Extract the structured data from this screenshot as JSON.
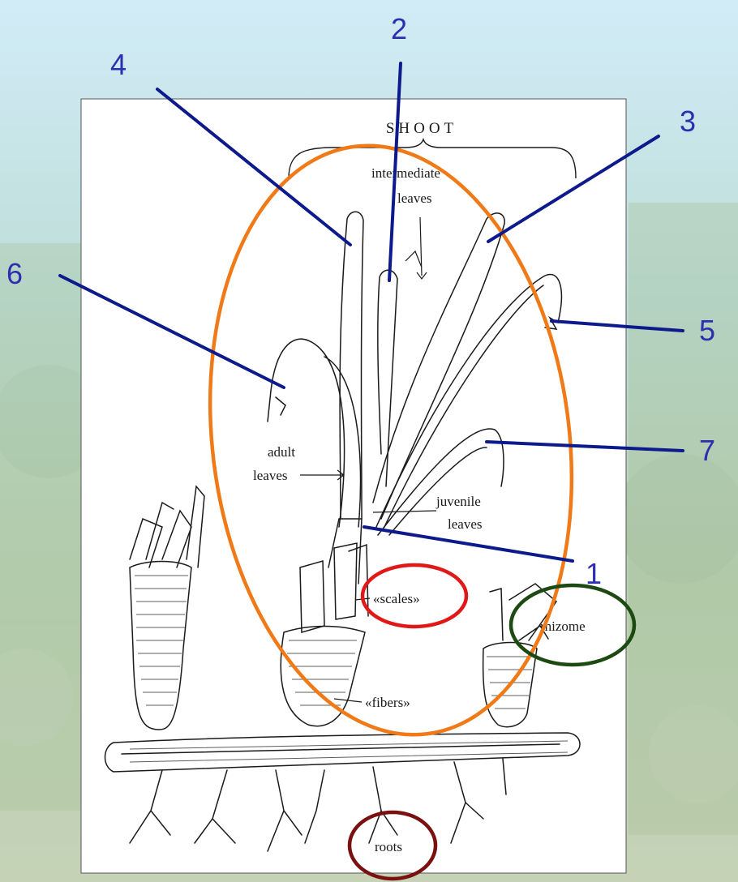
{
  "diagram": {
    "header_label": "SHOOT",
    "labels": {
      "intermediate": [
        "intermediate",
        "leaves"
      ],
      "adult": [
        "adult",
        "leaves"
      ],
      "juvenile": [
        "juvenile",
        "leaves"
      ],
      "scales": "«scales»",
      "fibers": "«fibers»",
      "rhizome": "rhizome",
      "roots": "roots"
    },
    "callouts": [
      "1",
      "2",
      "3",
      "4",
      "5",
      "6",
      "7"
    ]
  },
  "colors": {
    "callout_line": "#0d1a8c",
    "callout_number": "#2b2fb0",
    "shoot_ellipse": "#f07a18",
    "scales_circle": "#e01818",
    "rhizome_circle": "#1d4a12",
    "roots_circle": "#7a1010",
    "sketch_ink": "#1a1a1a",
    "paper": "#ffffff"
  }
}
